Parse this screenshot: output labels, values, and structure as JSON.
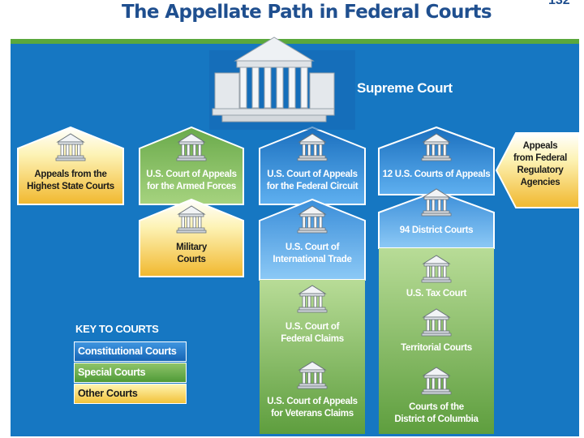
{
  "header": {
    "title": "The Appellate Path in Federal Courts",
    "page_number": "132"
  },
  "colors": {
    "panel_blue": "#1677c2",
    "constitutional": "#2f86d6",
    "special": "#7bb85a",
    "other": "#f6d55c",
    "supreme_white": "#ffffff"
  },
  "supreme": {
    "label": "Supreme Court",
    "icon": "supreme-court-building-icon"
  },
  "courts": {
    "state": [
      "Appeals from the",
      "Highest State Courts"
    ],
    "armed": [
      "U.S. Court of Appeals",
      "for the Armed Forces"
    ],
    "military": [
      "Military",
      "Courts"
    ],
    "federal_circuit": [
      "U.S. Court of Appeals",
      "for the Federal Circuit"
    ],
    "international_trade": [
      "U.S. Court of",
      "International Trade"
    ],
    "federal_claims": [
      "U.S. Court of",
      "Federal Claims"
    ],
    "veterans": [
      "U.S. Court of Appeals",
      "for Veterans Claims"
    ],
    "appeals12": [
      "12 U.S. Courts of Appeals"
    ],
    "district94": [
      "94 District Courts"
    ],
    "tax": [
      "U.S. Tax Court"
    ],
    "territorial": [
      "Territorial Courts"
    ],
    "dc": [
      "Courts of the",
      "District of Columbia"
    ]
  },
  "agencies": [
    "Appeals",
    "from Federal",
    "Regulatory",
    "Agencies"
  ],
  "key": {
    "title": "KEY TO COURTS",
    "constitutional": "Constitutional Courts",
    "special": "Special Courts",
    "other": "Other Courts"
  },
  "icons": [
    "courthouse-icon"
  ]
}
